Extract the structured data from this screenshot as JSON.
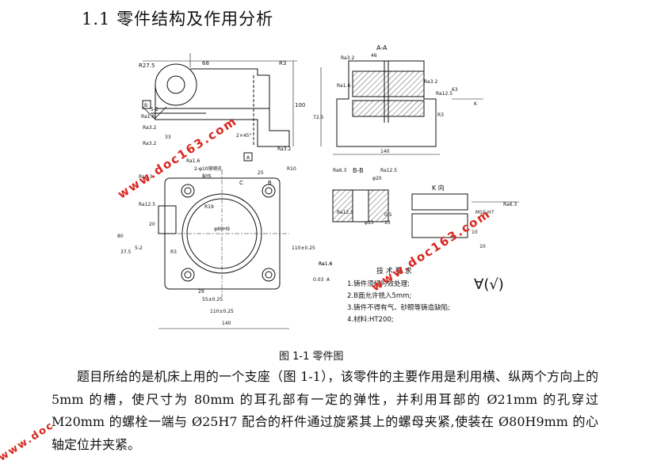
{
  "section_title": "1.1 零件结构及作用分析",
  "drawing": {
    "dims_front": [
      "R27.5",
      "68",
      "R3",
      "Ra1.6",
      "5-2",
      "B",
      "Ra3.2",
      "33",
      "Ra3.2",
      "100",
      "2×45°",
      "A",
      "Ra3.2"
    ],
    "dims_section_aa": [
      "A-A",
      "46",
      "Ra3.2",
      "Ra1.6",
      "Ra3.2",
      "Ra12.5",
      "63",
      "72.5",
      "K",
      "R3",
      "140"
    ],
    "dims_top": [
      "Ra1.6",
      "2-φ10铆销孔",
      "Ra6.3",
      "配作",
      "25",
      "R10",
      "B",
      "C",
      "R19",
      "Ra12.5",
      "80",
      "20",
      "37.5",
      "5-2",
      "R3",
      "φ80H9",
      "Ra1.6",
      "110±0.25",
      "29",
      "55±0.25",
      "110±0.25",
      "140",
      "Ra1.6",
      "0.03",
      "A"
    ],
    "dims_section_bb": [
      "B-B",
      "Ra6.3",
      "Ra12.5",
      "φ20",
      "Ra12.5",
      "φ13",
      "13",
      "0.5"
    ],
    "dims_k": [
      "K 向",
      "M10-H7",
      "Ra6.3",
      "10",
      "10"
    ],
    "tech_title": "技 术 要 求",
    "tech_items": [
      "1.铸件须经时效处理;",
      "2.B面允许铣入5mm;",
      "3.铸件不得有气、砂眼等铸造缺陷;",
      "4.材料:HT200;"
    ],
    "roughness_symbol": "∀(√)"
  },
  "caption": "图 1-1  零件图",
  "paragraph": "题目所给的是机床上用的一个支座（图 1-1），该零件的主要作用是利用横、纵两个方向上的 5mm 的槽，使尺寸为 80mm 的耳孔部有一定的弹性，并利用耳部的 Ø21mm 的孔穿过 M20mm 的螺栓一端与 Ø25H7 配合的杆件通过旋紧其上的螺母夹紧,使装在 Ø80H9mm 的心轴定位并夹紧。",
  "watermarks": [
    "www.doc163.com",
    "www.doc163.com",
    "www.doc"
  ],
  "colors": {
    "watermark": "#d8271f",
    "line": "#111111"
  }
}
